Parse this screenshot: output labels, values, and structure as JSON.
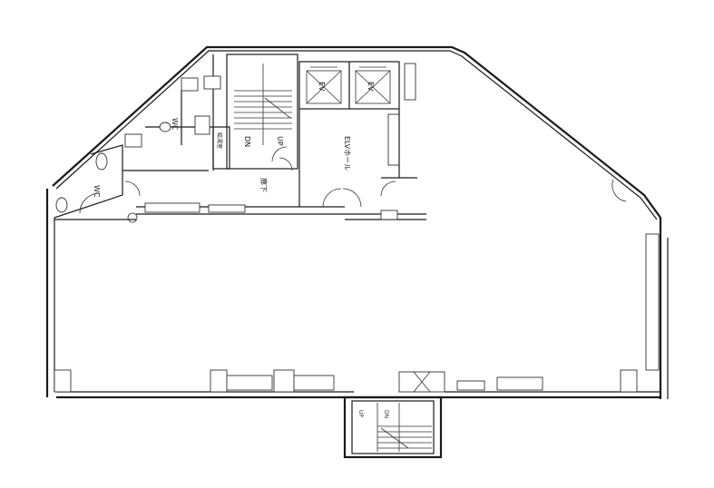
{
  "labels": {
    "wc_upper": "WC",
    "wc_lower": "WC",
    "ev_left": "EV",
    "ev_right": "EV",
    "dn_stair": "DN",
    "up_stair": "UP",
    "elv_hall": "ELVホール",
    "corridor": "廊下",
    "utility": "給湯室",
    "up_lower": "UP",
    "dn_lower": "DN"
  }
}
